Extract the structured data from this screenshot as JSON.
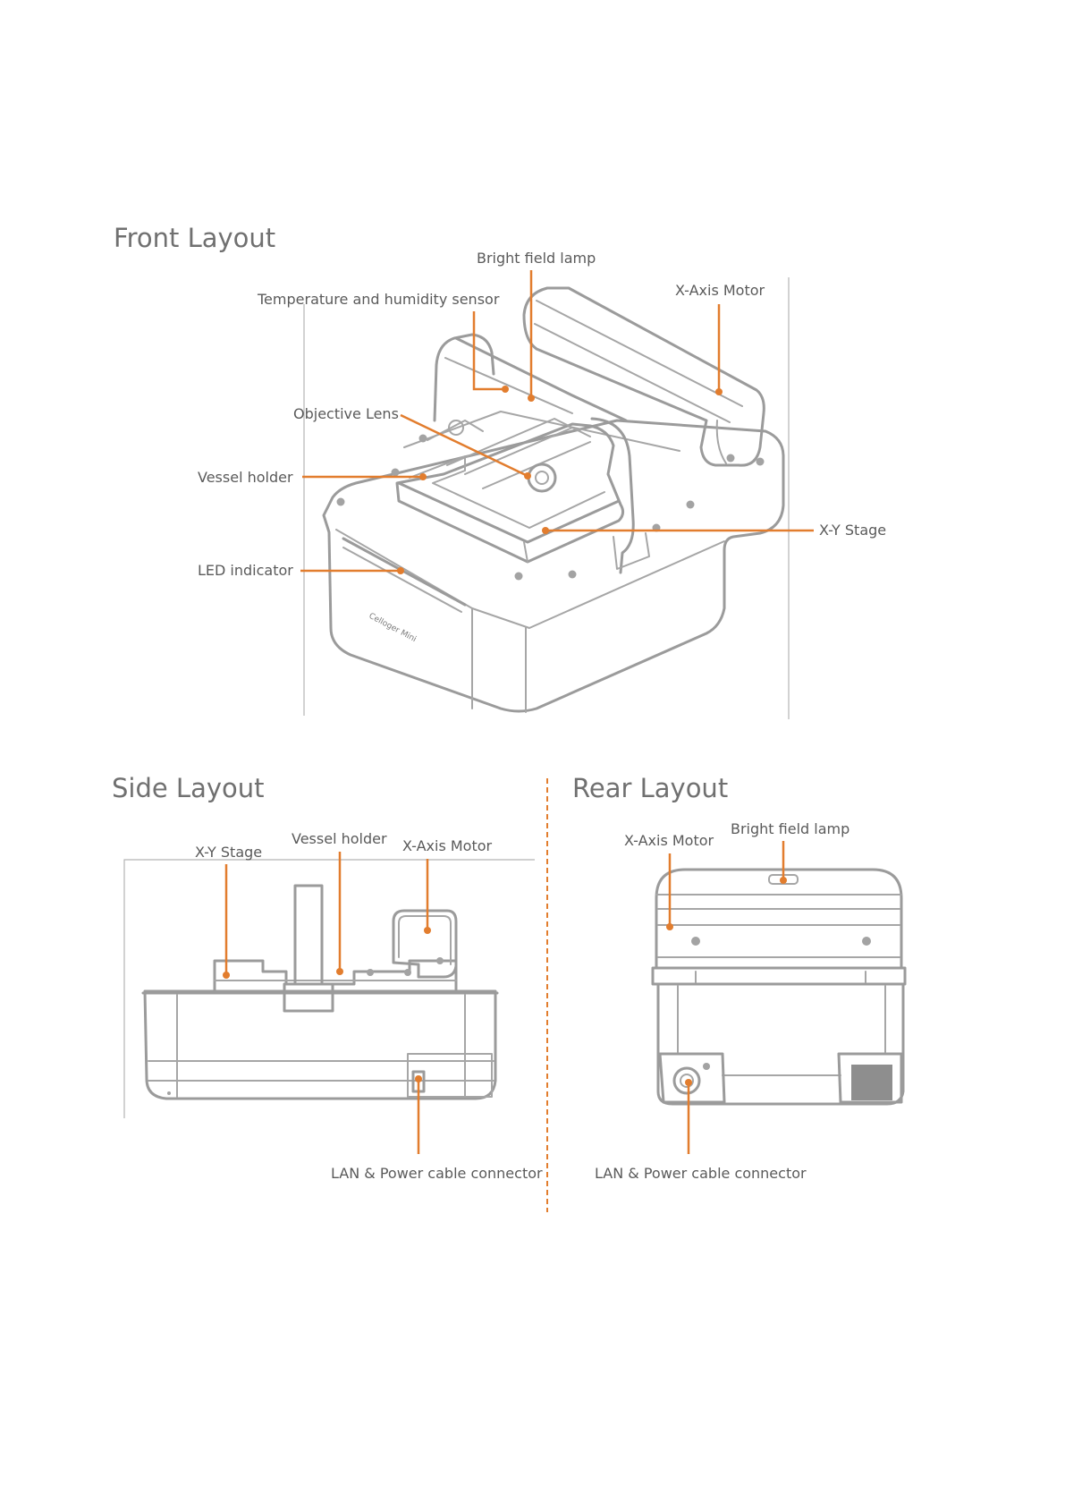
{
  "front": {
    "title": "Front Layout",
    "labels": {
      "bright_field_lamp": "Bright field lamp",
      "temperature_humidity_sensor": "Temperature and humidity sensor",
      "x_axis_motor": "X-Axis Motor",
      "objective_lens": "Objective Lens",
      "vessel_holder": "Vessel holder",
      "xy_stage": "X-Y Stage",
      "led_indicator": "LED indicator"
    },
    "device_brand": "Celloger Mini"
  },
  "side": {
    "title": "Side Layout",
    "labels": {
      "xy_stage": "X-Y Stage",
      "vessel_holder": "Vessel holder",
      "x_axis_motor": "X-Axis Motor",
      "lan_power_connector": "LAN & Power cable connector"
    }
  },
  "rear": {
    "title": "Rear Layout",
    "labels": {
      "x_axis_motor": "X-Axis Motor",
      "bright_field_lamp": "Bright field lamp",
      "lan_power_connector": "LAN & Power cable connector"
    }
  },
  "colors": {
    "accent": "#e27d2e",
    "outline": "#9b9b9b",
    "text": "#5a5a5a"
  }
}
